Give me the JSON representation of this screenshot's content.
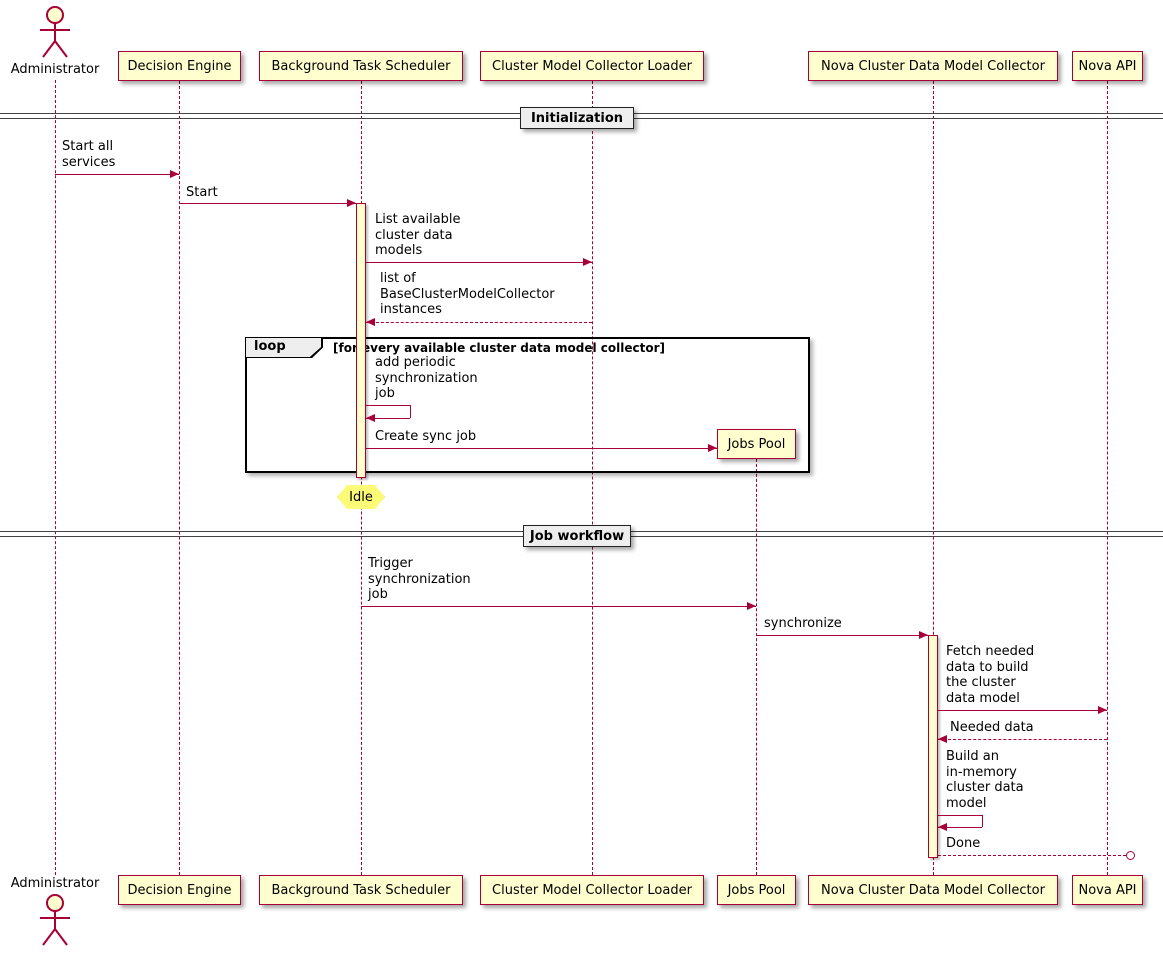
{
  "colors": {
    "participant_fill": "#FEFECE",
    "participant_border": "#A80036",
    "lifeline": "#A80036",
    "arrow": "#A80036",
    "note_fill": "#FBFB77",
    "divider_fill": "#EEEEEE",
    "fragment_border": "#000000"
  },
  "participants": [
    {
      "id": "administrator",
      "name": "Administrator",
      "type": "actor"
    },
    {
      "id": "decision-engine",
      "name": "Decision Engine",
      "type": "participant"
    },
    {
      "id": "background-task-scheduler",
      "name": "Background Task Scheduler",
      "type": "participant"
    },
    {
      "id": "cluster-model-collector-loader",
      "name": "Cluster Model Collector Loader",
      "type": "participant"
    },
    {
      "id": "jobs-pool",
      "name": "Jobs Pool",
      "type": "participant-created-midflow"
    },
    {
      "id": "nova-cluster-data-model-collector",
      "name": "Nova Cluster Data Model Collector",
      "type": "participant"
    },
    {
      "id": "nova-api",
      "name": "Nova API",
      "type": "participant"
    }
  ],
  "dividers": [
    {
      "label": "Initialization"
    },
    {
      "label": "Job workflow"
    }
  ],
  "fragment": {
    "keyword": "loop",
    "guard": "[for every available cluster data model collector]"
  },
  "state_note": {
    "label": "Idle"
  },
  "messages": [
    {
      "text": "Start all\nservices",
      "from": "Administrator",
      "to": "Decision Engine",
      "style": "solid"
    },
    {
      "text": "Start",
      "from": "Decision Engine",
      "to": "Background Task Scheduler",
      "style": "solid"
    },
    {
      "text": "List available\ncluster data\nmodels",
      "from": "Background Task Scheduler",
      "to": "Cluster Model Collector Loader",
      "style": "solid"
    },
    {
      "text": "list of\nBaseClusterModelCollector\ninstances",
      "from": "Cluster Model Collector Loader",
      "to": "Background Task Scheduler",
      "style": "dashed-return"
    },
    {
      "text": "add periodic\nsynchronization\njob",
      "from": "Background Task Scheduler",
      "to": "Background Task Scheduler",
      "style": "self"
    },
    {
      "text": "Create sync job",
      "from": "Background Task Scheduler",
      "to": "Jobs Pool",
      "style": "solid-create"
    },
    {
      "text": "Trigger\nsynchronization\njob",
      "from": "Background Task Scheduler",
      "to": "Jobs Pool",
      "style": "solid"
    },
    {
      "text": "synchronize",
      "from": "Jobs Pool",
      "to": "Nova Cluster Data Model Collector",
      "style": "solid"
    },
    {
      "text": "Fetch needed\ndata to build\nthe cluster\ndata model",
      "from": "Nova Cluster Data Model Collector",
      "to": "Nova API",
      "style": "solid"
    },
    {
      "text": "Needed data",
      "from": "Nova API",
      "to": "Nova Cluster Data Model Collector",
      "style": "dashed-return"
    },
    {
      "text": "Build an\nin-memory\ncluster data\nmodel",
      "from": "Nova Cluster Data Model Collector",
      "to": "Nova Cluster Data Model Collector",
      "style": "self"
    },
    {
      "text": "Done",
      "from": "Nova Cluster Data Model Collector",
      "to": "lost-message-endpoint",
      "style": "dashed-circle"
    }
  ]
}
